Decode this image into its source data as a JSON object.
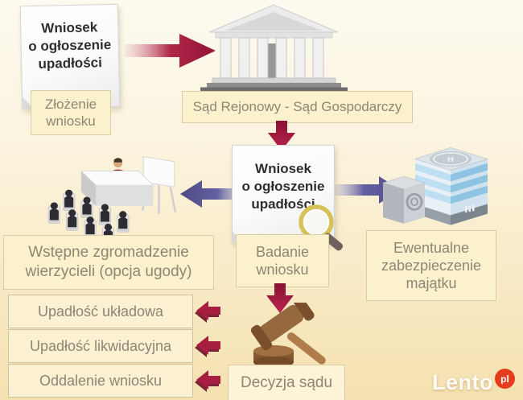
{
  "title": "Wniosek o ogłoszenie upadłości - schemat postępowania",
  "colors": {
    "background_top": "#fdfaf0",
    "background_bottom": "#f5e1b0",
    "accent_red": "#a81e40",
    "accent_red_dark": "#6d0e28",
    "accent_purple": "#4e4c85",
    "label_fill": "#fcf1cd",
    "label_border": "#d9cda6",
    "label_text": "#8d8675",
    "note_text": "#2e2e2e",
    "watermark_badge": "#e63c1e"
  },
  "flow": {
    "application_note_top": {
      "text": "Wniosek\no ogłoszenie\nupadłości"
    },
    "step_filing": {
      "label": "Złożenie\nwniosku"
    },
    "court": {
      "label": "Sąd Rejonowy - Sąd Gospodarczy",
      "icon": "courthouse-icon"
    },
    "application_note_review": {
      "text": "Wniosek\no ogłoszenie\nupadłości",
      "icon": "magnifier-icon"
    },
    "step_review": {
      "label": "Badanie\nwniosku"
    },
    "creditors_meeting": {
      "label": "Wstępne zgromadzenie\nwierzycieli (opcja ugody)",
      "icon": "meeting-icon"
    },
    "asset_protection": {
      "label": "Ewentualne\nzabezpieczenie\nmajątku",
      "icon": "office-building-icon"
    },
    "court_decision": {
      "label": "Decyzja sądu",
      "icon": "gavel-icon"
    },
    "outcomes": [
      {
        "label": "Upadłość układowa"
      },
      {
        "label": "Upadłość likwidacyjna"
      },
      {
        "label": "Oddalenie wniosku"
      }
    ]
  },
  "icons": [
    "note-icon",
    "courthouse-icon",
    "meeting-icon",
    "office-building-icon",
    "safe-icon",
    "magnifier-icon",
    "gavel-icon",
    "arrow-right-icon",
    "arrow-down-icon",
    "arrow-left-purple-icon",
    "arrow-right-purple-icon",
    "arrow-left-small-icon"
  ],
  "watermark": {
    "brand": "Lento",
    "tld": "pl"
  }
}
